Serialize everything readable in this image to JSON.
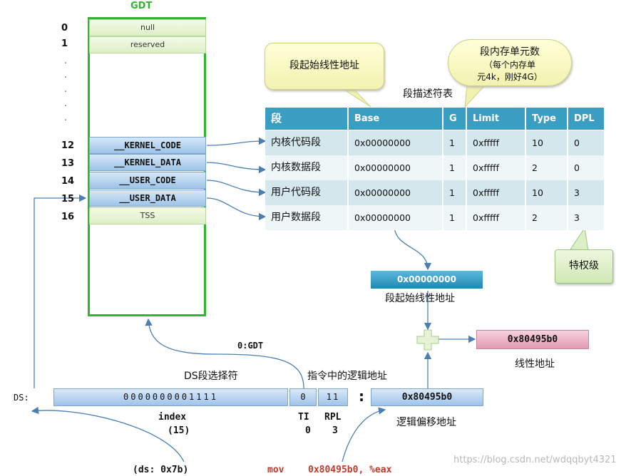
{
  "gdt": {
    "title": "GDT",
    "entries": {
      "null": "null",
      "reserved": "reserved",
      "kernel_code": "__KERNEL_CODE",
      "kernel_data": "__KERNEL_DATA",
      "user_code": "__USER_CODE",
      "user_data": "__USER_DATA",
      "tss": "TSS"
    },
    "indices": {
      "i0": "0",
      "i1": "1",
      "i12": "12",
      "i13": "13",
      "i14": "14",
      "i15": "15",
      "i16": "16"
    },
    "dot": "."
  },
  "callouts": {
    "base_addr": "段起始线性地址",
    "unit": "段内存单元数",
    "unit_note_1": "（每个内存单",
    "unit_note_2": "元4k，刚好4G）",
    "privilege": "特权级"
  },
  "table": {
    "title": "段描述符表",
    "headers": [
      "段",
      "Base",
      "G",
      "Limit",
      "Type",
      "DPL"
    ],
    "rows": [
      [
        "内核代码段",
        "0x00000000",
        "1",
        "0xfffff",
        "10",
        "0"
      ],
      [
        "内核数据段",
        "0x00000000",
        "1",
        "0xfffff",
        "2",
        "0"
      ],
      [
        "用户代码段",
        "0x00000000",
        "1",
        "0xfffff",
        "10",
        "3"
      ],
      [
        "用户数据段",
        "0x00000000",
        "1",
        "0xfffff",
        "2",
        "3"
      ]
    ]
  },
  "linear": {
    "base_value": "0x00000000",
    "base_label": "段起始线性地址",
    "plus": "+",
    "result_value": "0x80495b0",
    "result_label": "线性地址"
  },
  "selector": {
    "reg": "DS:",
    "label": "DS段选择符",
    "bits": "0000000001111",
    "ti": "0",
    "rpl": "11",
    "colon": ":",
    "offset": "0x80495b0",
    "gdt_arrow_label": "0:GDT",
    "logical_label": "指令中的逻辑地址",
    "index_label": "index",
    "index_value": "(15)",
    "ti_label": "TI",
    "ti_value": "0",
    "rpl_label": "RPL",
    "rpl_value": "3",
    "offset_label": "逻辑偏移地址"
  },
  "bottom": {
    "ds_value": "(ds: 0x7b)",
    "mov": "mov",
    "operands": "0x80495b0, %eax",
    "watermark": "https://blog.csdn.net/wdqqbyt4321"
  }
}
